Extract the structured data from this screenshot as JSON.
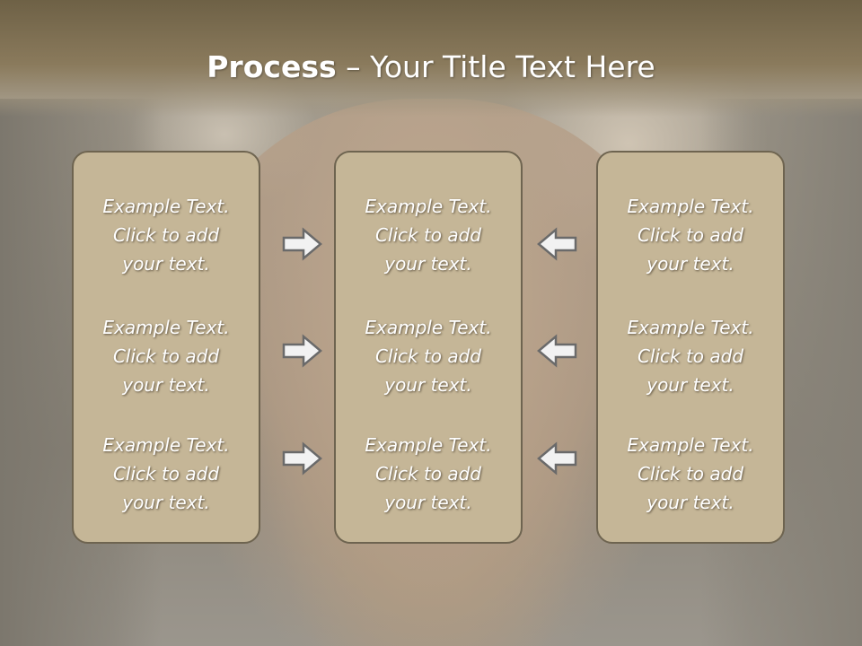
{
  "slide": {
    "title_bold": "Process",
    "title_dash": " – ",
    "title_rest": "Your Title Text Here"
  },
  "panels": [
    {
      "items": [
        {
          "line1": "Example Text.",
          "line2": "Click  to add",
          "line3": "your text."
        },
        {
          "line1": "Example Text.",
          "line2": "Click  to add",
          "line3": "your text."
        },
        {
          "line1": "Example Text.",
          "line2": "Click  to add",
          "line3": "your text."
        }
      ]
    },
    {
      "items": [
        {
          "line1": "Example Text.",
          "line2": "Click  to add",
          "line3": "your text."
        },
        {
          "line1": "Example Text.",
          "line2": "Click  to add",
          "line3": "your text."
        },
        {
          "line1": "Example Text.",
          "line2": "Click  to add",
          "line3": "your text."
        }
      ]
    },
    {
      "items": [
        {
          "line1": "Example Text.",
          "line2": "Click  to add",
          "line3": "your text."
        },
        {
          "line1": "Example Text.",
          "line2": "Click  to add",
          "line3": "your text."
        },
        {
          "line1": "Example Text.",
          "line2": "Click  to add",
          "line3": "your text."
        }
      ]
    }
  ],
  "arrows": {
    "left_column": [
      "arrow-right-icon",
      "arrow-right-icon",
      "arrow-right-icon"
    ],
    "right_column": [
      "arrow-left-icon",
      "arrow-left-icon",
      "arrow-left-icon"
    ]
  },
  "colors": {
    "title_band": "#7a6c50",
    "panel_fill": "#c5b697",
    "panel_border": "#6e6450",
    "text": "#ffffff",
    "arrow_fill": "#f2f2f2",
    "arrow_stroke": "#6a6a6a"
  }
}
